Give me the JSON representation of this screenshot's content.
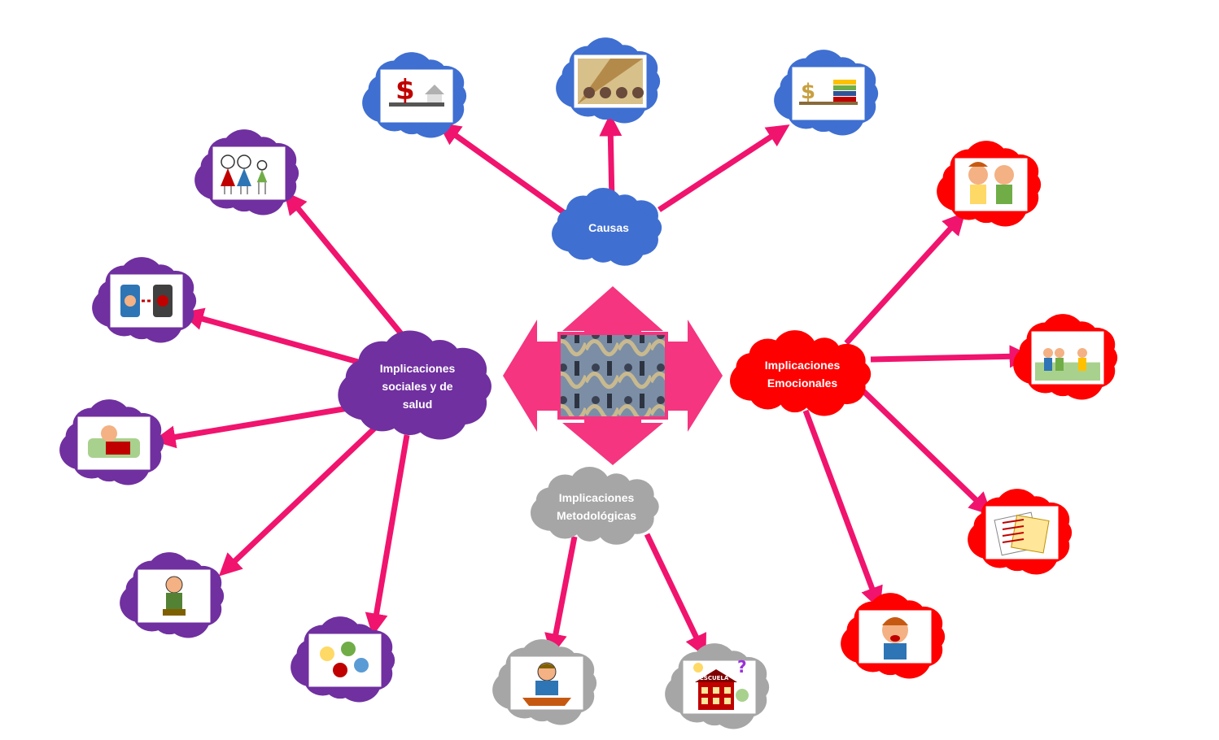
{
  "nodes": {
    "causas": {
      "label_lines": [
        "Causas"
      ],
      "color": "#3f6fd1"
    },
    "sociales": {
      "label_lines": [
        "Implicaciones",
        "sociales y de",
        "salud"
      ],
      "color": "#7030a0"
    },
    "emocionales": {
      "label_lines": [
        "Implicaciones",
        "Emocionales"
      ],
      "color": "#ff0000"
    },
    "metodologicas": {
      "label_lines": [
        "Implicaciones",
        "Metodológicas"
      ],
      "color": "#a6a6a6"
    }
  },
  "arrow_color": "#f0146e",
  "center_arrow_color": "#f5357f",
  "image_clouds": {
    "causas": [
      "money-house-scale-icon",
      "classroom-photo-icon",
      "money-books-scale-icon"
    ],
    "sociales": [
      "family-drawing-icon",
      "phone-chat-icon",
      "sick-person-icon",
      "sad-sitting-man-icon",
      "utilities-icon"
    ],
    "emocionales": [
      "arguing-kids-icon",
      "bullying-kids-icon",
      "report-card-icon",
      "crying-child-icon"
    ],
    "metodologicas": [
      "student-writing-icon",
      "school-building-icon"
    ]
  },
  "school_sign": "ESCUELA",
  "question_mark": "?"
}
